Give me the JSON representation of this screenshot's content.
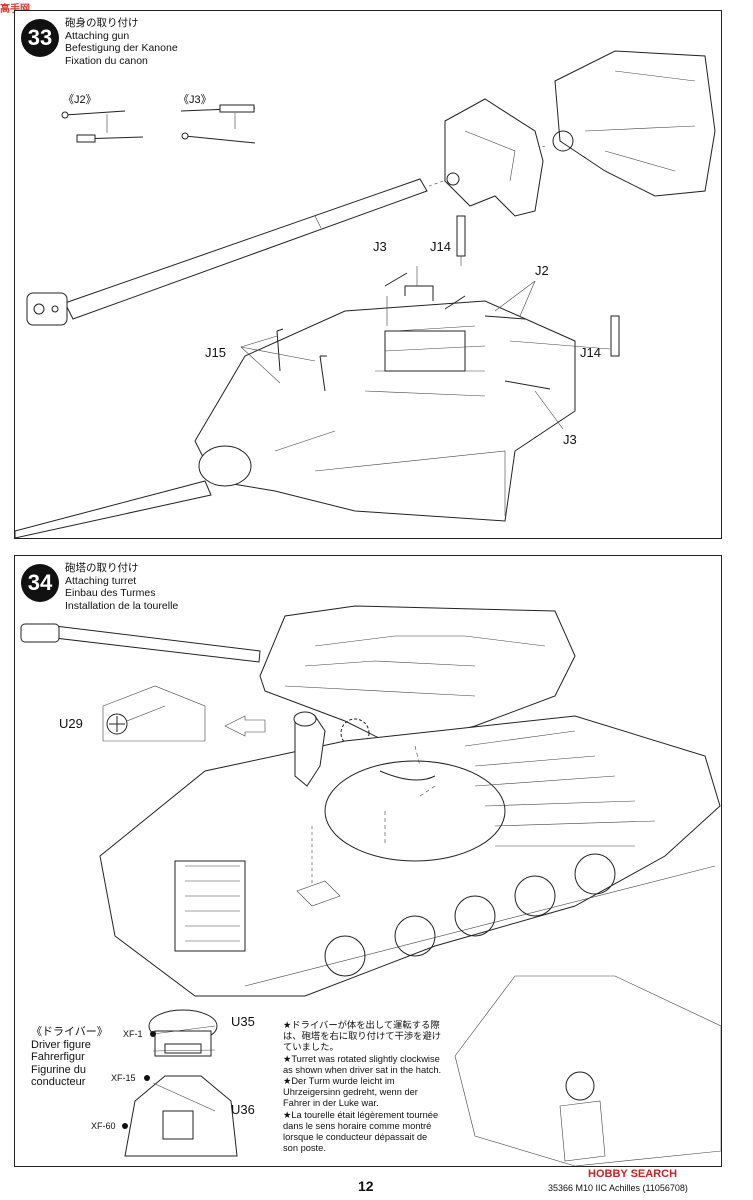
{
  "watermark": "高手网",
  "step33": {
    "number": "33",
    "title_jp": "砲身の取り付け",
    "title_en": "Attaching gun",
    "title_de": "Befestigung der Kanone",
    "title_fr": "Fixation du canon",
    "sub_j2": "《J2》",
    "sub_j3": "《J3》",
    "labels": {
      "j3_top": "J3",
      "j14_top": "J14",
      "j2": "J2",
      "j15": "J15",
      "j14_right": "J14",
      "j3_bottom": "J3"
    }
  },
  "step34": {
    "number": "34",
    "title_jp": "砲塔の取り付け",
    "title_en": "Attaching turret",
    "title_de": "Einbau des Turmes",
    "title_fr": "Installation de la tourelle",
    "labels": {
      "u29": "U29",
      "u35": "U35",
      "u36": "U36"
    },
    "driver": {
      "title_jp": "《ドライバー》",
      "title_en": "Driver figure",
      "title_de": "Fahrerfigur",
      "title_fr1": "Figurine du",
      "title_fr2": "conducteur",
      "paints": [
        "XF-1",
        "XF-15",
        "XF-60"
      ]
    },
    "notes": {
      "jp": "★ドライバーが体を出して運転する際は、砲塔を右に取り付けて干渉を避けていました。",
      "en": "★Turret was rotated slightly clockwise as shown when driver sat in the hatch.",
      "de": "★Der Turm wurde leicht im Uhrzeigersinn gedreht, wenn der Fahrer in der Luke war.",
      "fr": "★La tourelle était légèrement tournée dans le sens horaire comme montré lorsque le conducteur dépassait de son poste."
    }
  },
  "footer": {
    "page_number": "12",
    "code": "35366 M10 IIC Achilles (11056708)",
    "hobbysearch": "HOBBY SEARCH"
  }
}
